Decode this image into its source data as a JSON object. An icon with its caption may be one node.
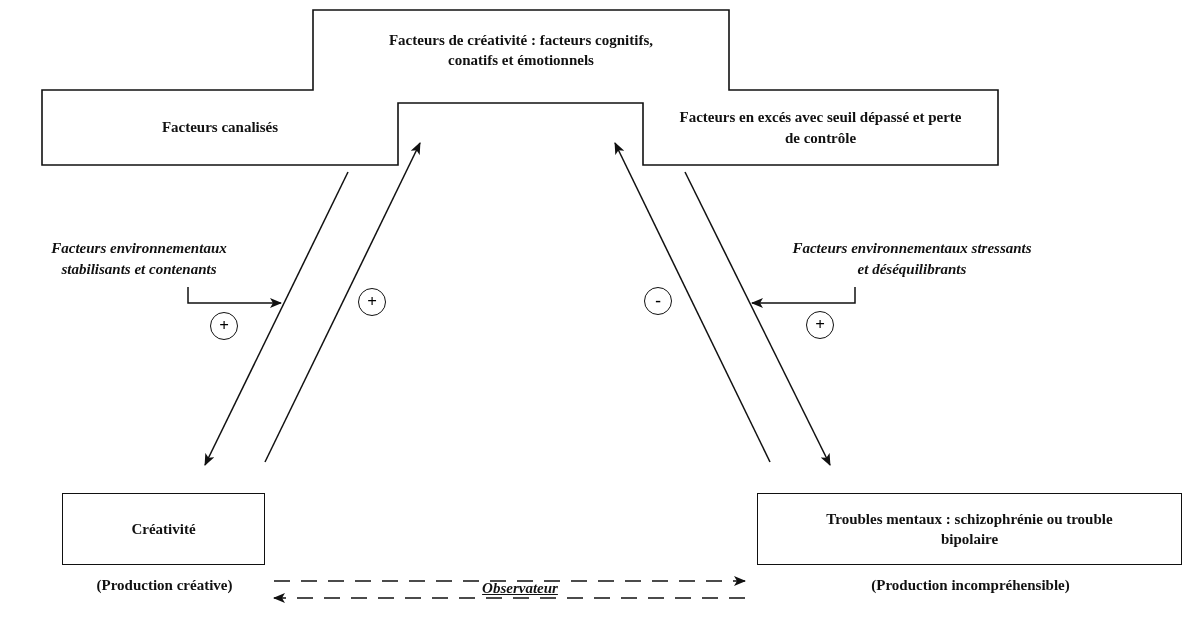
{
  "diagram": {
    "nodes": [
      {
        "text": [
          "Facteurs de créativité : facteurs cognitifs, conatifs et émotionnels"
        ]
      },
      {
        "text": [
          "Facteurs canalisés"
        ],
        "in": 0
      },
      {
        "text": [
          "Facteurs en excés avec seuil dépassé et perte de contrôle"
        ],
        "in": 0
      },
      {
        "text": [
          "Créativité"
        ],
        "beside": [
          "(Production créative)"
        ]
      },
      {
        "text": [
          "Troubles mentaux : schizophrénie ou trouble bipolaire"
        ],
        "beside": [
          "(Production incompréhensible)"
        ]
      },
      {
        "text": [
          "Facteurs environnementaux stabilisants et contenants"
        ]
      },
      {
        "text": [
          "+"
        ]
      },
      {
        "text": [
          "+"
        ]
      },
      {
        "text": [
          "-"
        ]
      },
      {
        "text": [
          "Facteurs environnementaux stressants et déséquilibrants"
        ]
      },
      {
        "text": [
          "+"
        ]
      }
    ],
    "edges": [
      {
        "from": 1,
        "to": 3,
        "arrow": "to"
      },
      {
        "from": 3,
        "to": 0,
        "arrow": "to"
      },
      {
        "from": 4,
        "to": 0,
        "arrow": "to"
      },
      {
        "from": 2,
        "to": 4,
        "arrow": "to"
      },
      {
        "from": 5,
        "to": null,
        "arrow": "to"
      },
      {
        "from": 9,
        "to": null,
        "arrow": "to"
      },
      {
        "from": 3,
        "to": 4,
        "arrow": "to",
        "style": "dashed"
      },
      {
        "from": 4,
        "to": 3,
        "arrow": "to",
        "style": "dashed"
      }
    ],
    "labels": [
      "Observateur"
    ]
  }
}
